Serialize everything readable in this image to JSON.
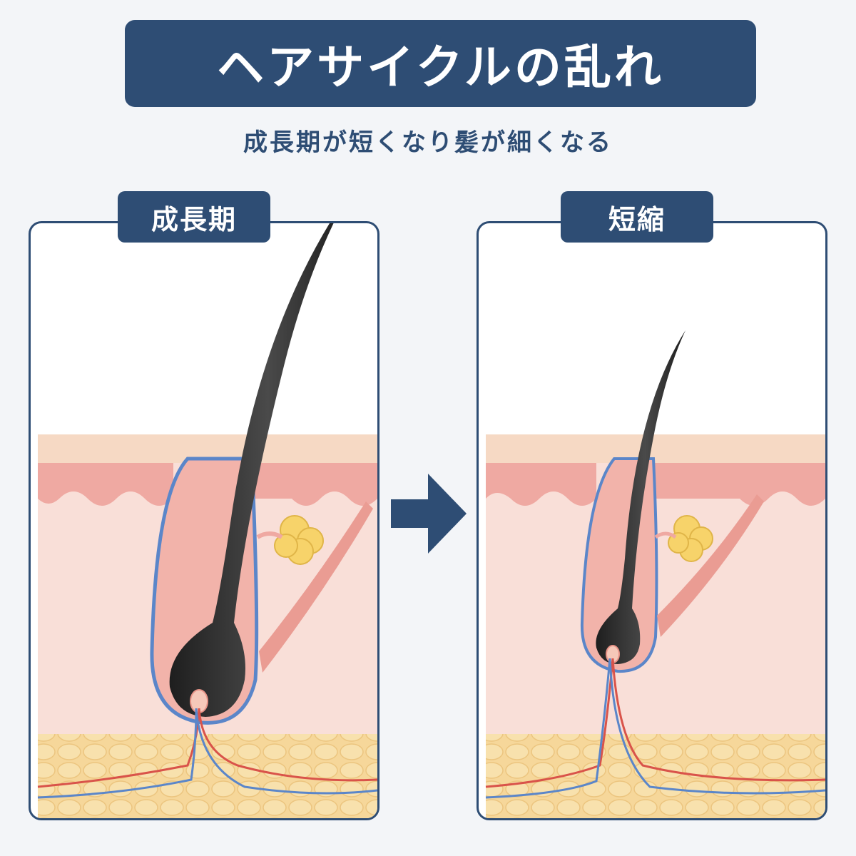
{
  "title": "ヘアサイクルの乱れ",
  "subtitle": "成長期が短くなり髪が細くなる",
  "panels": [
    {
      "label": "成長期"
    },
    {
      "label": "短縮"
    }
  ],
  "colors": {
    "navy": "#2e4d74",
    "skin_surface": "#f6d9c4",
    "epidermis": "#efa9a2",
    "dermis": "#f9dfd8",
    "fat": "#f6d79a",
    "hair": "#2b2b2b",
    "artery": "#d9534a",
    "vein": "#5b86c9",
    "sebaceous_gland": "#f7d36a"
  },
  "icons": [
    "arrow-right-icon"
  ]
}
